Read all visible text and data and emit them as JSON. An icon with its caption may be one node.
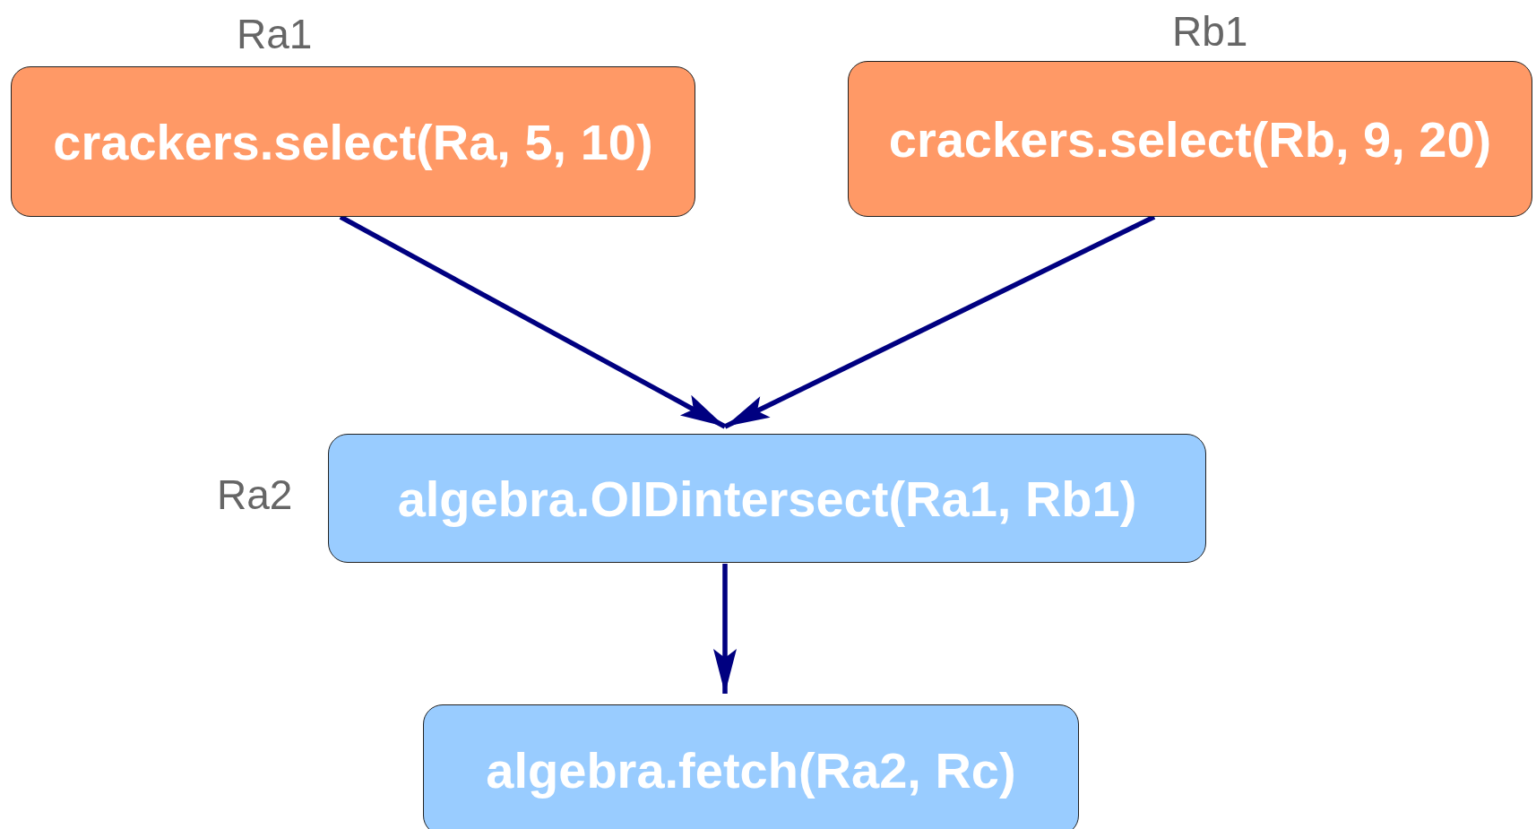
{
  "diagram": {
    "nodes": [
      {
        "text": [
          "crackers.select(Ra, 5, 10)"
        ],
        "beside": [
          "Ra1"
        ]
      },
      {
        "text": [
          "crackers.select(Rb, 9, 20)"
        ],
        "beside": [
          "Rb1"
        ]
      },
      {
        "text": [
          "algebra.OIDintersect(Ra1, Rb1)"
        ],
        "beside": [
          "Ra2"
        ]
      },
      {
        "text": [
          "algebra.fetch(Ra2, Rc)"
        ]
      }
    ],
    "edges": [
      {
        "from": 0,
        "to": 2,
        "arrow": "to"
      },
      {
        "from": 1,
        "to": 2,
        "arrow": "to"
      },
      {
        "from": 2,
        "to": 3,
        "arrow": "to"
      }
    ]
  }
}
